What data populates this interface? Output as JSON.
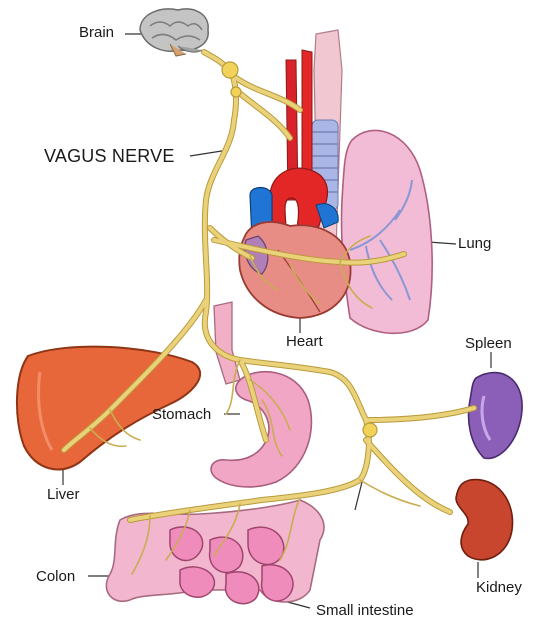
{
  "labels": {
    "brain": "Brain",
    "vagus_nerve": "VAGUS NERVE",
    "lung": "Lung",
    "heart": "Heart",
    "spleen": "Spleen",
    "stomach": "Stomach",
    "liver": "Liver",
    "colon": "Colon",
    "kidney": "Kidney",
    "small_intestine": "Small intestine"
  },
  "colors": {
    "nerve": "#ead27a",
    "nerve_outline": "#b99a3c",
    "liver": "#e8673a",
    "lung": "#f2bcd6",
    "heart": "#e88d86",
    "aorta": "#e32626",
    "vein": "#1f74d4",
    "trachea": "#aab6e6",
    "spleen": "#8b5fb8",
    "kidney": "#c8452e",
    "intestine": "#f2a6c6",
    "brain": "#b9b9b9",
    "leader": "#333333"
  }
}
